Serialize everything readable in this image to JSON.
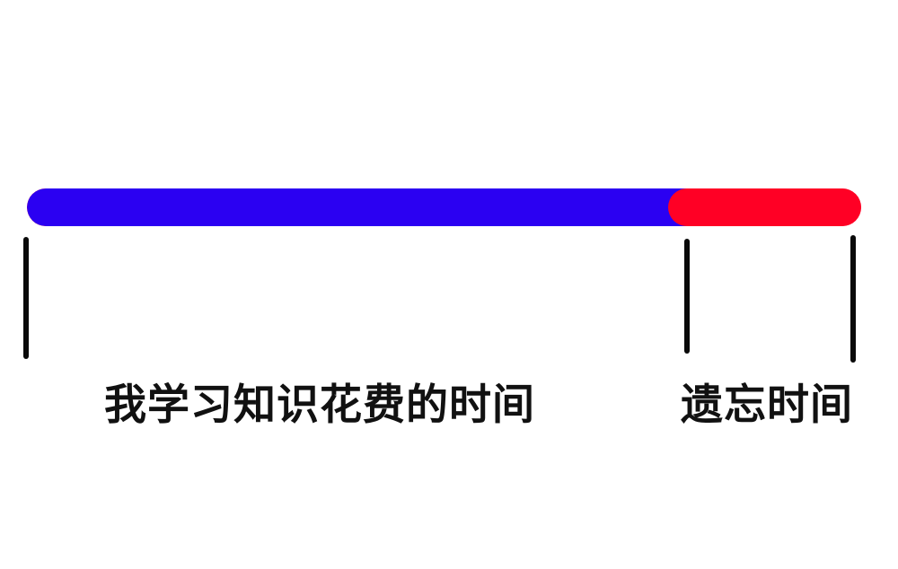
{
  "timeline": {
    "learning_fraction": 0.79,
    "learning_color": "#2b00f2",
    "forgetting_color": "#ff0025",
    "background_color": "#ffffff"
  },
  "labels": {
    "learning": "我学习知识花费的时间",
    "forgetting": "遗忘时间"
  }
}
